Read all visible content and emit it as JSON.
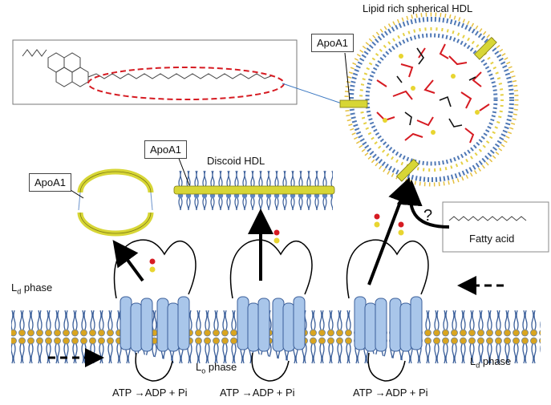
{
  "labels": {
    "spherical_hdl": "Lipid rich spherical HDL",
    "apoa1_top": "ApoA1",
    "apoa1_discoid": "ApoA1",
    "apoa1_left": "ApoA1",
    "discoid_hdl": "Discoid HDL",
    "fatty_acid": "Fatty acid",
    "question": "?",
    "ld_phase_left": "L",
    "ld_phase_left_sub": "d",
    "ld_phase_left_rest": " phase",
    "lo_phase": "L",
    "lo_phase_sub": "o",
    "lo_phase_rest": " phase",
    "ld_phase_right": "L",
    "ld_phase_right_sub": "d",
    "ld_phase_right_rest": " phase",
    "atp_1": "ATP →ADP + Pi",
    "atp_2": "ATP →ADP + Pi",
    "atp_3": "ATP →ADP + Pi"
  },
  "colors": {
    "lipid_head": "#d9a520",
    "lipid_tail": "#3b5f9a",
    "apoa1": "#d7d636",
    "transporter": "#a9c6ea",
    "red_chain": "#d61b22",
    "dashed_ellipse": "#d61b22"
  }
}
